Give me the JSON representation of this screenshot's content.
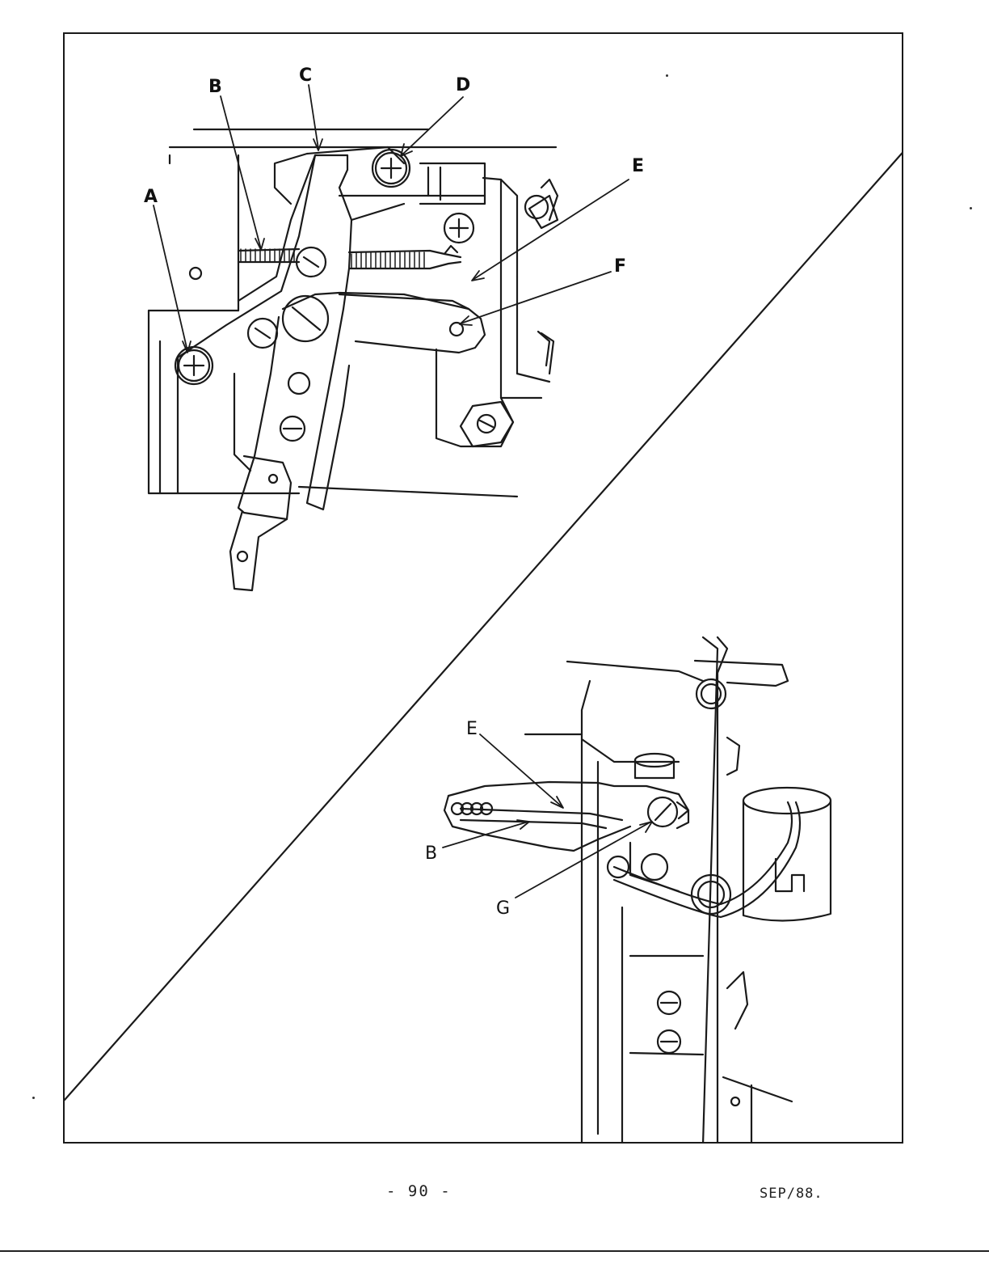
{
  "callouts": {
    "top": {
      "a": "A",
      "b": "B",
      "c": "C",
      "d": "D",
      "e": "E",
      "f": "F"
    },
    "bottom": {
      "e": "E",
      "b": "B",
      "g": "G"
    }
  },
  "footer": {
    "page_number": "- 90 -",
    "date_code": "SEP/88."
  }
}
